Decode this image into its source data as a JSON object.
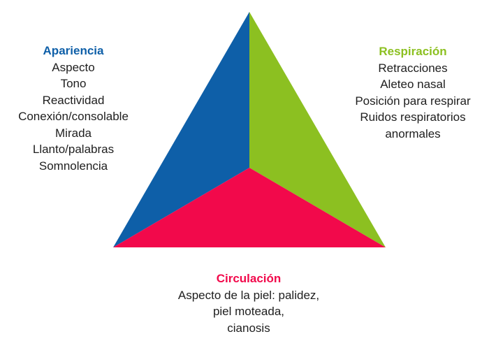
{
  "diagram": {
    "type": "pediatric-assessment-triangle",
    "background": "#ffffff",
    "colors": {
      "appearance": "#0e5fa8",
      "breathing": "#8cc021",
      "circulation": "#f2094b",
      "body_text": "#1e1e1e"
    },
    "sections": [
      {
        "name": "Apariencia",
        "items": [
          "Aspecto",
          "Tono",
          "Reactividad",
          "Conexión/consolable",
          "Mirada",
          "Llanto/palabras",
          "Somnolencia"
        ]
      },
      {
        "name": "Respiración",
        "items": [
          "Retracciones",
          "Aleteo nasal",
          "Posición para respirar",
          "Ruidos respiratorios anormales"
        ]
      },
      {
        "name": "Circulación",
        "items": [
          "Aspecto de la piel: palidez,",
          "piel moteada,",
          "cianosis"
        ]
      }
    ]
  }
}
